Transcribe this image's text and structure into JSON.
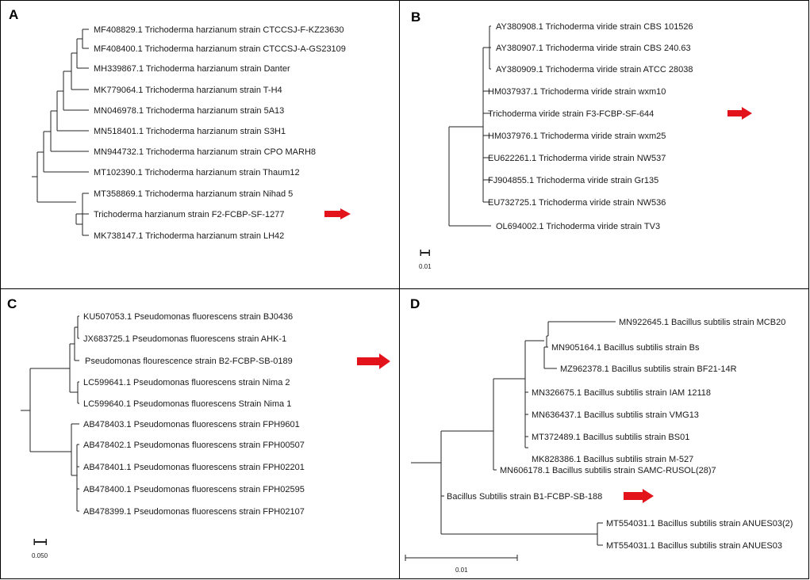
{
  "panels": [
    {
      "letter": "A",
      "leaves": [
        "MF408829.1 Trichoderma harzianum strain CTCCSJ-F-KZ23630",
        "MF408400.1 Trichoderma harzianum strain CTCCSJ-A-GS23109",
        "MH339867.1 Trichoderma harzianum strain Danter",
        "MK779064.1 Trichoderma harzianum strain T-H4",
        "MN046978.1 Trichoderma harzianum strain 5A13",
        "MN518401.1 Trichoderma harzianum strain S3H1",
        "MN944732.1 Trichoderma harzianum strain CPO MARH8",
        "MT102390.1 Trichoderma harzianum strain Thaum12",
        "MT358869.1 Trichoderma harzianum strain Nihad 5",
        "Trichoderma harzianum strain F2-FCBP-SF-1277",
        "MK738147.1 Trichoderma harzianum strain LH42"
      ],
      "highlighted_leaf": "Trichoderma harzianum strain F2-FCBP-SF-1277",
      "scale_label": ""
    },
    {
      "letter": "B",
      "leaves": [
        "AY380908.1 Trichoderma viride strain CBS 101526",
        "AY380907.1 Trichoderma viride strain CBS 240.63",
        "AY380909.1 Trichoderma viride strain ATCC 28038",
        "HM037937.1 Trichoderma viride strain wxm10",
        "Trichoderma viride strain F3-FCBP-SF-644",
        "HM037976.1 Trichoderma viride strain wxm25",
        "EU622261.1 Trichoderma viride strain NW537",
        "FJ904855.1 Trichoderma viride strain Gr135",
        "EU732725.1 Trichoderma viride strain NW536",
        "OL694002.1 Trichoderma viride strain TV3"
      ],
      "highlighted_leaf": "Trichoderma viride strain F3-FCBP-SF-644",
      "scale_label": "0.01"
    },
    {
      "letter": "C",
      "leaves": [
        "KU507053.1 Pseudomonas fluorescens strain BJ0436",
        "JX683725.1 Pseudomonas fluorescens strain AHK-1",
        "Pseudomonas flourescence strain B2-FCBP-SB-0189",
        "LC599641.1 Pseudomonas fluorescens strain Nima 2",
        "LC599640.1 Pseudomonas fluorescens Strain Nima 1",
        "AB478403.1 Pseudomonas fluorescens strain FPH9601",
        "AB478402.1 Pseudomonas fluorescens strain FPH00507",
        "AB478401.1 Pseudomonas fluorescens strain FPH02201",
        "AB478400.1 Pseudomonas fluorescens strain FPH02595",
        "AB478399.1 Pseudomonas fluorescens strain FPH02107"
      ],
      "highlighted_leaf": "Pseudomonas flourescence strain B2-FCBP-SB-0189",
      "scale_label": "0.050"
    },
    {
      "letter": "D",
      "leaves": [
        "MN922645.1 Bacillus subtilis strain MCB20",
        "MN905164.1 Bacillus subtilis strain Bs",
        "MZ962378.1 Bacillus subtilis strain BF21-14R",
        "MN326675.1 Bacillus subtilis strain IAM 12118",
        "MN636437.1 Bacillus subtilis strain VMG13",
        "MT372489.1 Bacillus subtilis strain BS01",
        "MK828386.1 Bacillus subtilis strain M-527",
        "MN606178.1 Bacillus subtilis strain SAMC-RUSOL(28)7",
        "Bacillus Subtilis strain B1-FCBP-SB-188",
        "MT554031.1 Bacillus subtilis strain ANUES03(2)",
        "MT554031.1 Bacillus subtilis strain ANUES03"
      ],
      "highlighted_leaf": "Bacillus Subtilis strain B1-FCBP-SB-188",
      "scale_label": "0.01"
    }
  ],
  "colors": {
    "arrow": "#e3131b",
    "branch": "#222222",
    "border": "#000000",
    "text": "#1a1a1a"
  }
}
